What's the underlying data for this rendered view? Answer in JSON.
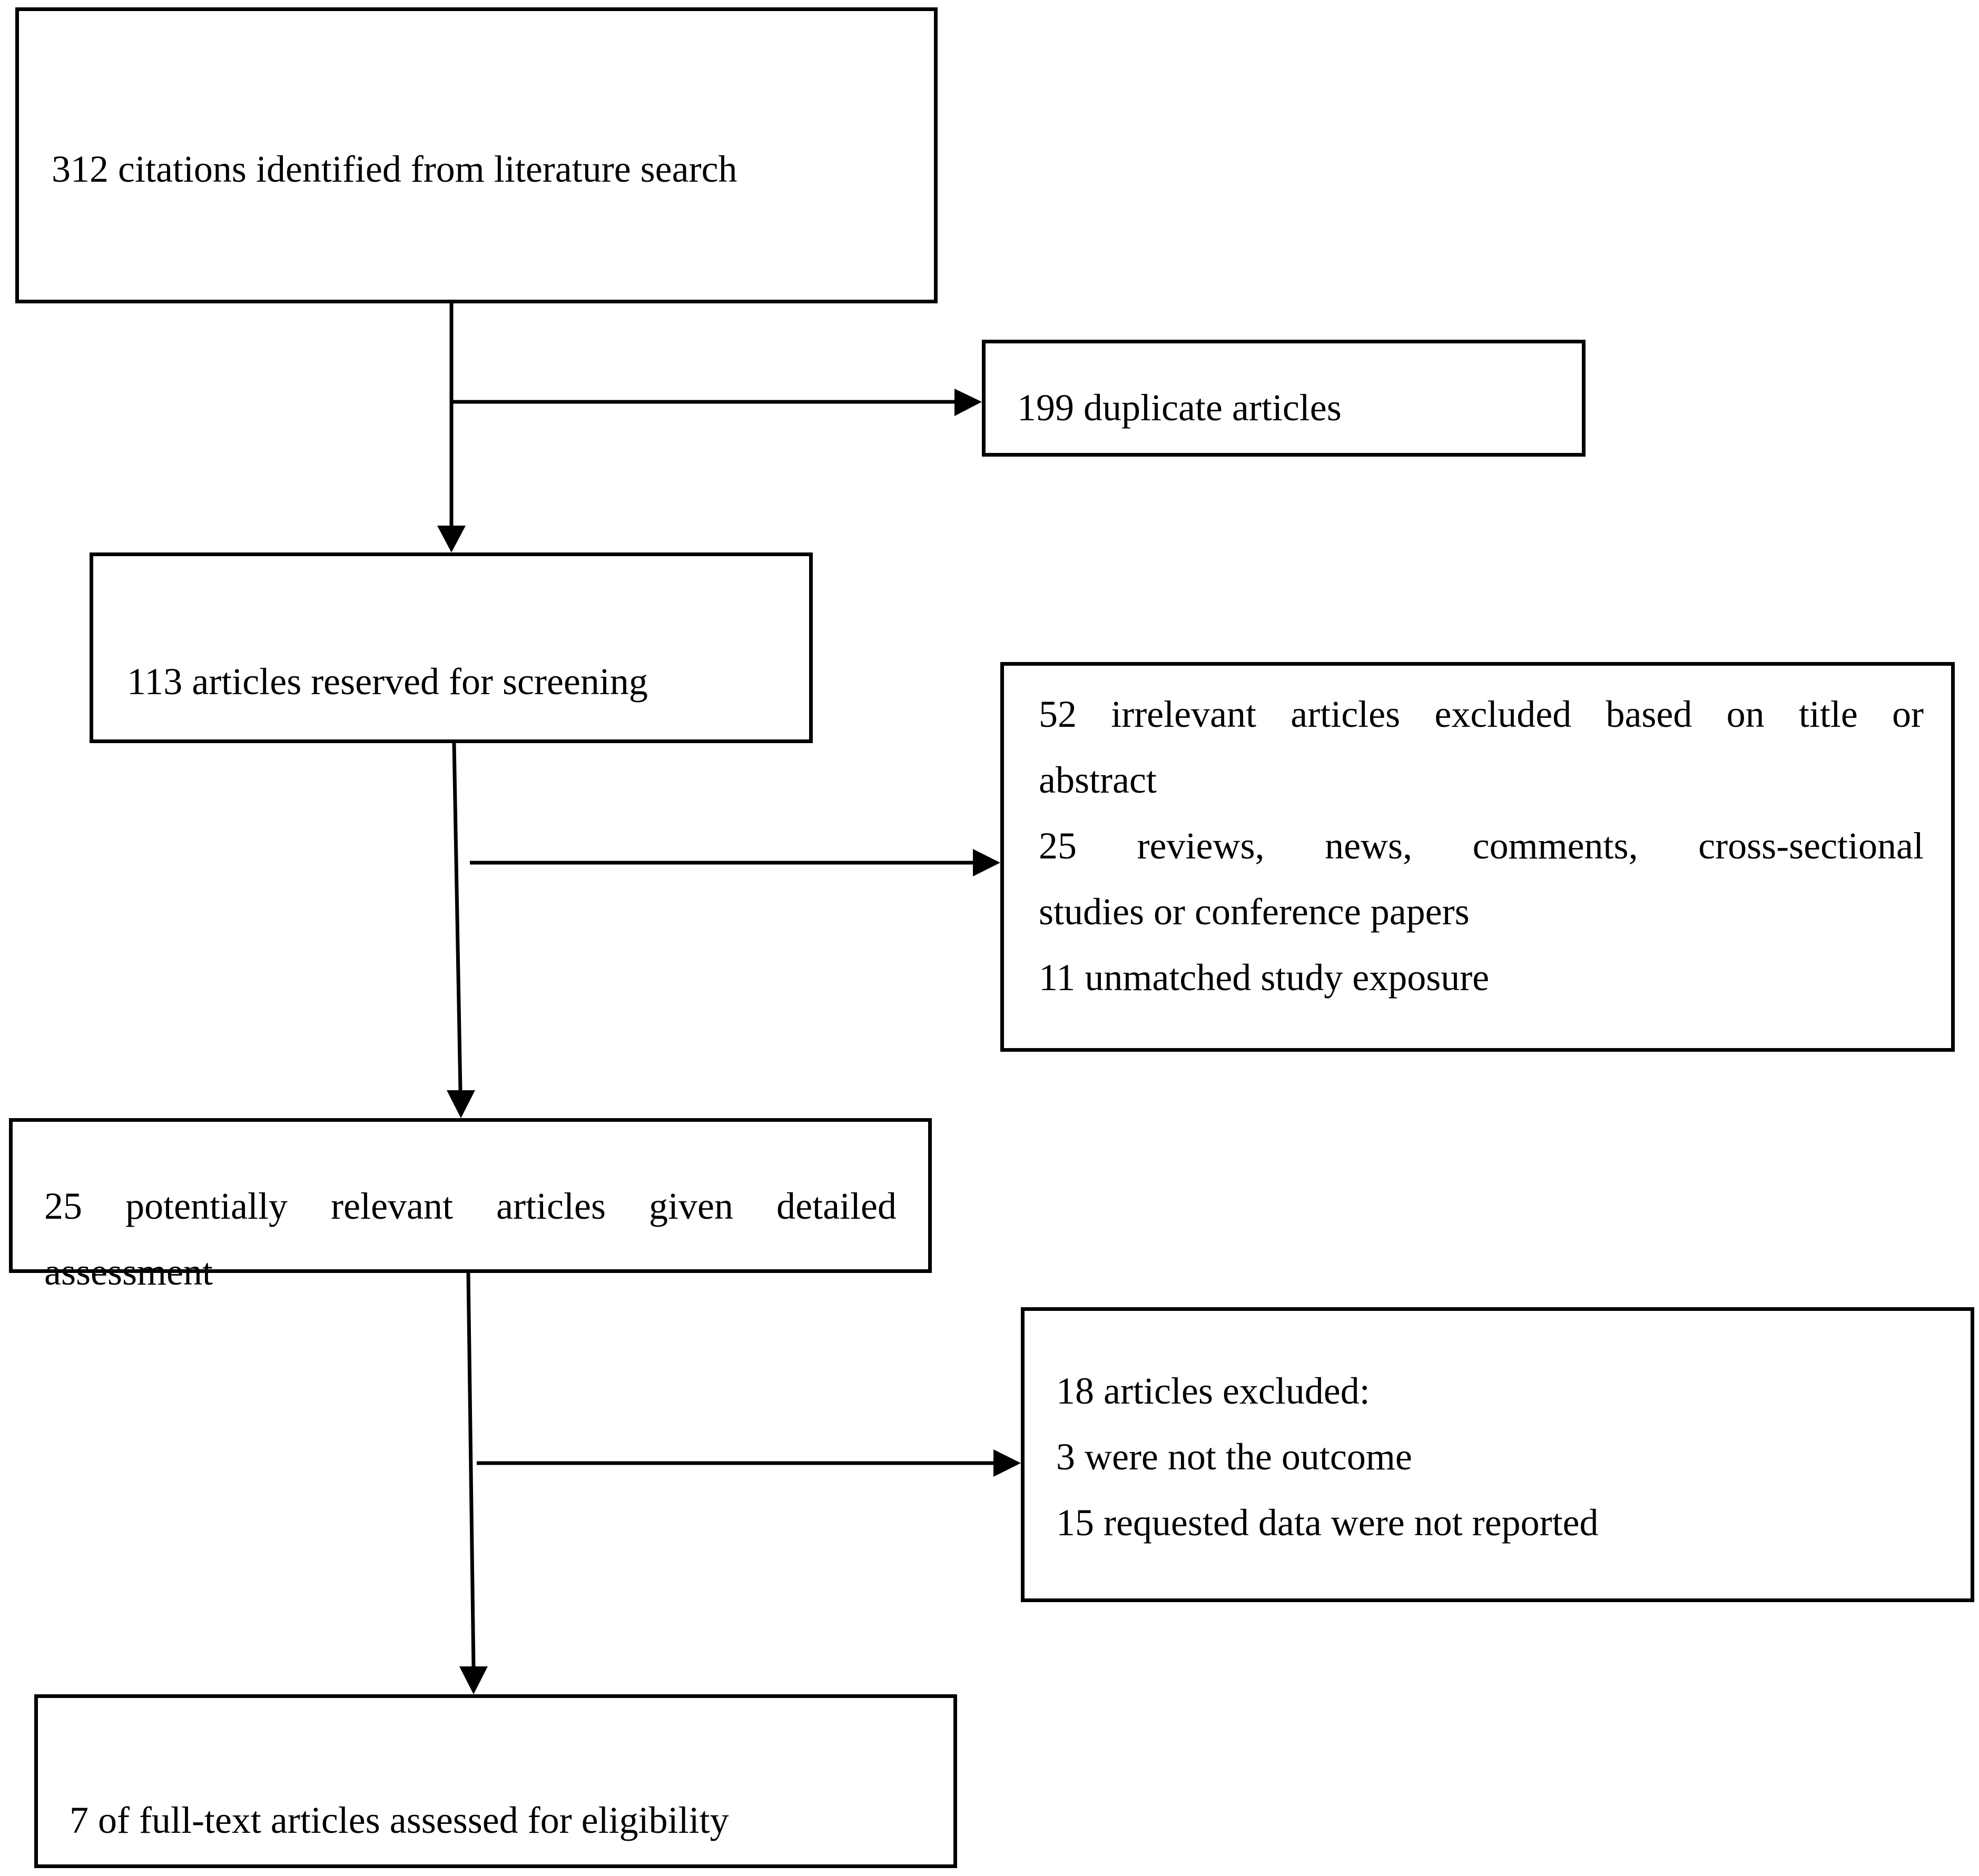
{
  "flow": {
    "identified": "312 citations identified from literature search",
    "duplicates": "199 duplicate articles",
    "screening": "113 articles reserved for screening",
    "excluded_screening": {
      "irrelevant_line1": "52 irrelevant articles excluded based on title or",
      "irrelevant_line2": "abstract",
      "reviews_line1": "25 reviews, news, comments, cross-sectional",
      "reviews_line2": "studies or conference papers",
      "unmatched": "11 unmatched study exposure"
    },
    "assessment_line1": "25 potentially relevant articles given detailed",
    "assessment_line2": "assessment",
    "excluded_assessment": {
      "heading": "18 articles excluded:",
      "not_outcome": "3 were not the outcome",
      "not_reported": "15 requested data were not reported"
    },
    "eligible": "7 of full-text articles assessed for eligibility"
  },
  "colors": {
    "line": "#000000",
    "background": "#ffffff"
  }
}
